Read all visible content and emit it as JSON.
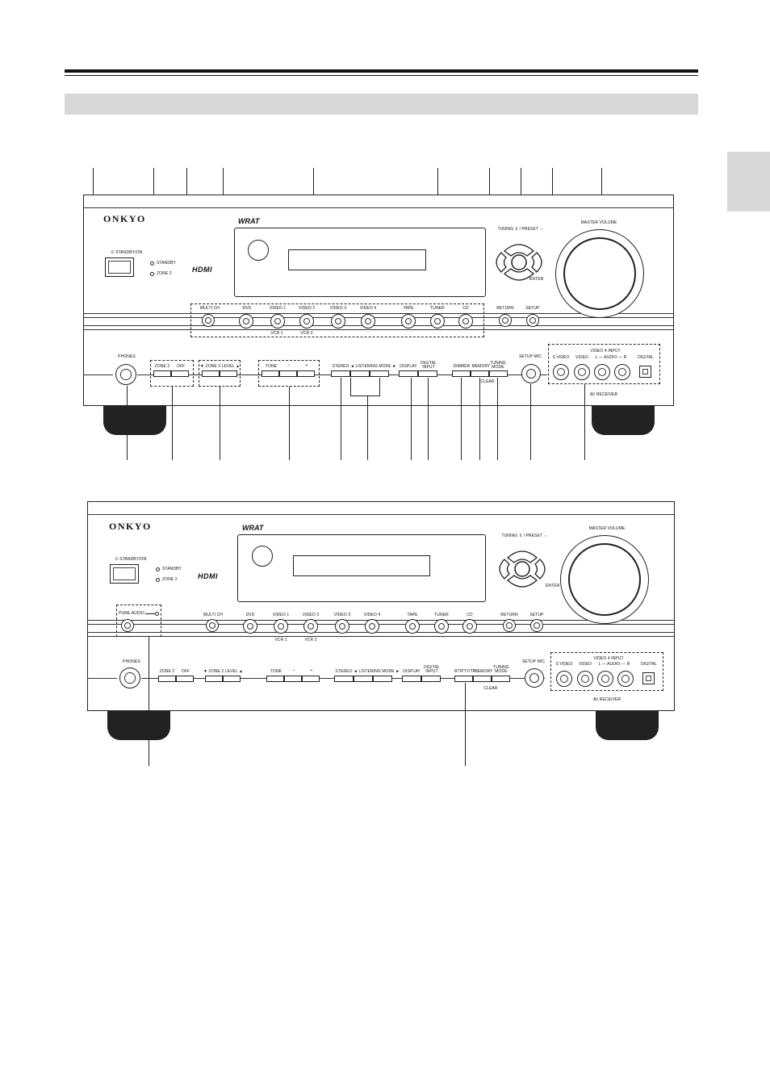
{
  "common": {
    "brand": "ONKYO",
    "standby_on": "⏻ STANDBY/ON",
    "standby": "STANDBY",
    "zone2": "ZONE 2",
    "hdmi": "HDMI",
    "wrat": "WRAT",
    "tuning_preset": "TUNING ⇕ / PRESET ⇔",
    "master_volume": "MASTER VOLUME",
    "enter": "ENTER",
    "inputs": [
      "MULTI CH",
      "DVD",
      "VIDEO 1",
      "VIDEO 2",
      "VIDEO 3",
      "VIDEO 4",
      "TAPE",
      "TUNER",
      "CD"
    ],
    "vcr1": "VCR 1",
    "vcr2": "VCR 2",
    "return": "RETURN",
    "setup": "SETUP",
    "phones": "PHONES",
    "zone2_btn": "ZONE 2",
    "off": "OFF",
    "zone2_level": "▼ ZONE 2 LEVEL ▲",
    "tone": "TONE",
    "minus": "–",
    "plus": "+",
    "stereo": "STEREO",
    "listening_mode": "◄ LISTENING MODE ►",
    "display": "DISPLAY",
    "digital_input": "DIGITAL INPUT",
    "memory": "MEMORY",
    "tuning_mode": "TUNING MODE",
    "clear": "CLEAR",
    "setup_mic": "SETUP MIC",
    "video4_input": "VIDEO 4 INPUT",
    "s_video": "S VIDEO",
    "video": "VIDEO",
    "audio": "L — AUDIO — R",
    "digital": "DIGITAL",
    "av_receiver": "AV RECEIVER"
  },
  "top_panel": {
    "multi_ch": "MULTI CH",
    "dimmer": "DIMMER"
  },
  "bottom_panel": {
    "pure_audio": "PURE AUDIO",
    "rt_pty_tp": "RT/PTY/TP"
  }
}
